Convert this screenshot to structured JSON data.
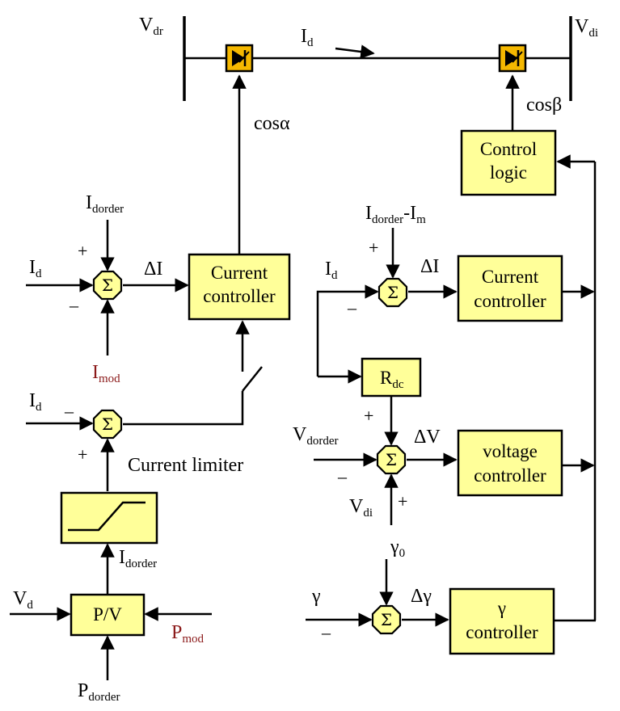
{
  "labels": {
    "vdr_main": "V",
    "vdr_sub": "dr",
    "vdi_main": "V",
    "vdi_sub": "di",
    "id_top_main": "I",
    "id_top_sub": "d",
    "cos_alpha": "cosα",
    "cos_beta": "cosβ",
    "idorder_left_main": "I",
    "idorder_left_sub": "dorder",
    "id_left1_main": "I",
    "id_left1_sub": "d",
    "delta_i_left": "ΔI",
    "imod_main": "I",
    "imod_sub": "mod",
    "id_left2_main": "I",
    "id_left2_sub": "d",
    "current_limiter": "Current limiter",
    "idorder_low_main": "I",
    "idorder_low_sub": "dorder",
    "vd_main": "V",
    "vd_sub": "d",
    "pmod_main": "P",
    "pmod_sub": "mod",
    "pdorder_main": "P",
    "pdorder_sub": "dorder",
    "idorder_im_main": "I",
    "idorder_im_sub": "dorder",
    "idorder_im_rest": "-I",
    "idorder_im_sub2": "m",
    "id_right_main": "I",
    "id_right_sub": "d",
    "delta_i_right": "ΔI",
    "vdorder_main": "V",
    "vdorder_sub": "dorder",
    "delta_v": "ΔV",
    "vdi_right_main": "V",
    "vdi_right_sub": "di",
    "gamma0_main": "γ",
    "gamma0_sub": "0",
    "gamma_in": "γ",
    "delta_gamma": "Δγ"
  },
  "blocks": {
    "control_logic": [
      "Control",
      "logic"
    ],
    "current_controller_left": [
      "Current",
      "controller"
    ],
    "current_controller_right": [
      "Current",
      "controller"
    ],
    "voltage_controller": [
      "voltage",
      "controller"
    ],
    "gamma_controller": [
      "γ",
      "controller"
    ],
    "rdc_main": "R",
    "rdc_sub": "dc",
    "pv": "P/V"
  },
  "signs": {
    "plus": "+",
    "minus": "–"
  },
  "sum_symbol": "Σ",
  "colors": {
    "block_fill": "#ffff99",
    "valve_fill": "#f5b800",
    "modulation_text": "#8b1a1a"
  }
}
